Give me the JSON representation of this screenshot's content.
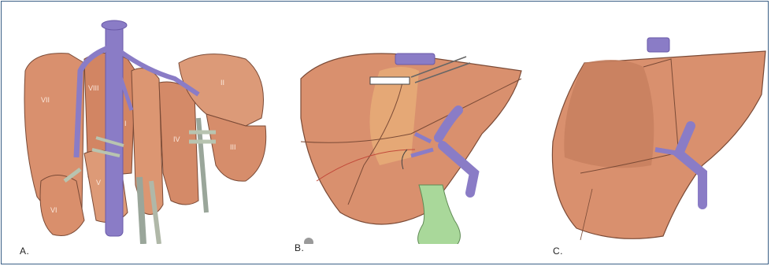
{
  "colors": {
    "liver": "#d9906e",
    "liver_light": "#e6a988",
    "liver_dark": "#b96b4d",
    "vein": "#8a7cc6",
    "vein_dark": "#6a5aa8",
    "gallbladder": "#a9d89a",
    "frame": "#3a5f86",
    "stroke": "#7a4a36"
  },
  "panels": [
    {
      "label": "A.",
      "segments": [
        "VII",
        "VIII",
        "II",
        "III",
        "IV",
        "V",
        "VI",
        "I"
      ]
    },
    {
      "label": "B."
    },
    {
      "label": "C."
    }
  ]
}
